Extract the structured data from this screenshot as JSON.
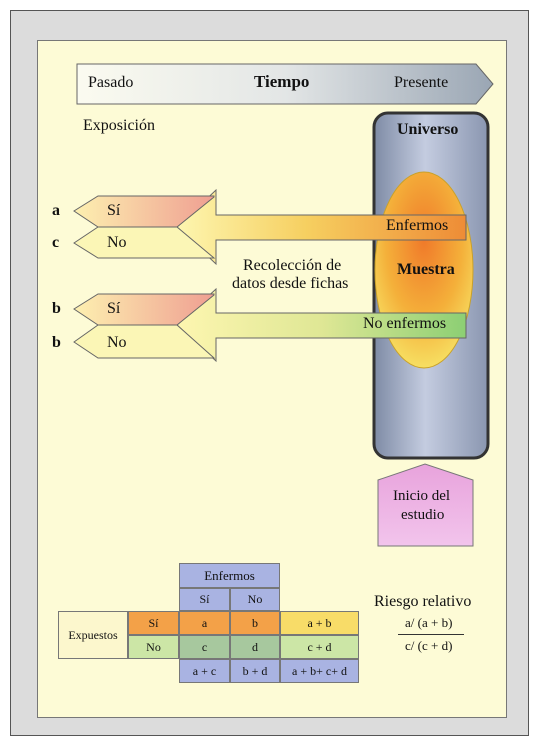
{
  "timeline": {
    "past": "Pasado",
    "title": "Tiempo",
    "present": "Presente"
  },
  "exposure_label": "Exposición",
  "universe": {
    "label": "Universo",
    "sample_label": "Muestra"
  },
  "groups": {
    "diseased": {
      "label": "Enfermos",
      "yes": "Sí",
      "no": "No",
      "yes_letter": "a",
      "no_letter": "c"
    },
    "not_diseased": {
      "label": "No enfermos",
      "yes": "Sí",
      "no": "No",
      "yes_letter": "b",
      "no_letter": "b"
    }
  },
  "collection_label": [
    "Recolección de",
    "datos desde fichas"
  ],
  "study_start": [
    "Inicio del",
    "estudio"
  ],
  "table": {
    "header": "Enfermos",
    "cols": [
      "Sí",
      "No"
    ],
    "row_header": "Expuestos",
    "rows": [
      {
        "label": "Sí",
        "cells": [
          "a",
          "b"
        ],
        "total": "a + b"
      },
      {
        "label": "No",
        "cells": [
          "c",
          "d"
        ],
        "total": "c + d"
      }
    ],
    "col_totals": [
      "a + c",
      "b + d"
    ],
    "grand_total": "a + b+ c+ d"
  },
  "relative_risk": {
    "title": "Riesgo relativo",
    "numerator": "a/ (a + b)",
    "denominator": "c/ (c + d)"
  }
}
